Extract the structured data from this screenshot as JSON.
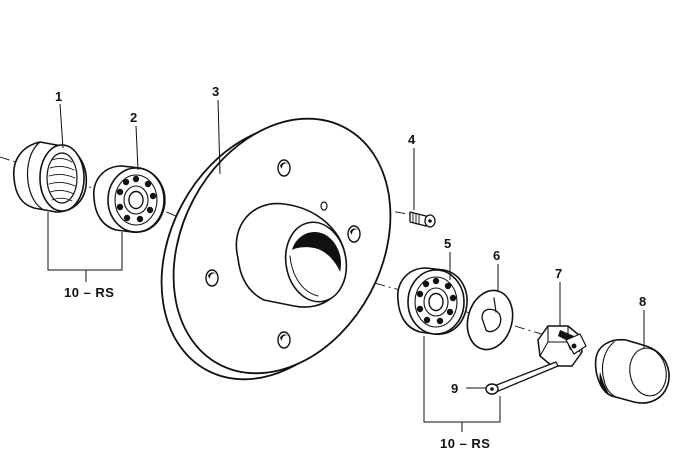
{
  "diagram": {
    "callouts": [
      {
        "id": "1",
        "label": "1"
      },
      {
        "id": "2",
        "label": "2"
      },
      {
        "id": "3",
        "label": "3"
      },
      {
        "id": "4",
        "label": "4"
      },
      {
        "id": "5",
        "label": "5"
      },
      {
        "id": "6",
        "label": "6"
      },
      {
        "id": "7",
        "label": "7"
      },
      {
        "id": "8",
        "label": "8"
      },
      {
        "id": "9",
        "label": "9"
      }
    ],
    "kit_labels": [
      "10 – RS",
      "10 – RS"
    ]
  }
}
